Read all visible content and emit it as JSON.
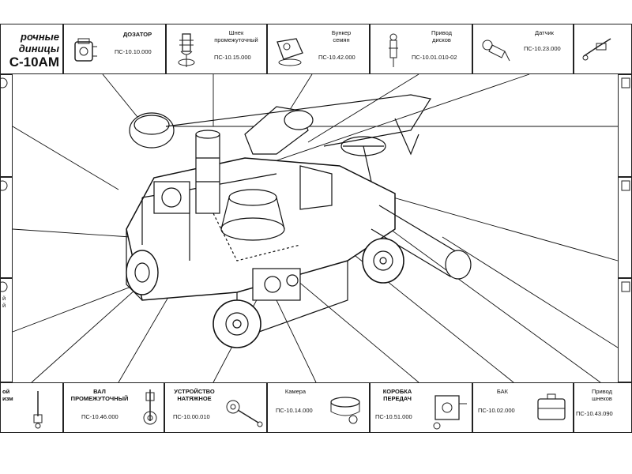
{
  "title": {
    "line1": "рочные",
    "line2": "диницы",
    "line3": "С-10АМ"
  },
  "top_parts": [
    {
      "name": "ДОЗАТОР",
      "code": "ПС-10.10.000",
      "icon": "dispenser-icon"
    },
    {
      "name": "Шнек\nпромежуточный",
      "code": "ПС-10.15.000",
      "icon": "auger-icon"
    },
    {
      "name": "Бункер\nсемян",
      "code": "ПС-10.42.000",
      "icon": "seed-hopper-icon"
    },
    {
      "name": "Привод\nдисков",
      "code": "ПС-10.01.010-02",
      "icon": "disc-drive-icon"
    },
    {
      "name": "Датчик",
      "code": "ПС-10.23.000",
      "icon": "sensor-icon"
    },
    {
      "name": "",
      "code": "",
      "icon": "nozzle-icon"
    }
  ],
  "bottom_parts": [
    {
      "name": "ой\nизм",
      "code": "",
      "icon": "mechanism-icon"
    },
    {
      "name": "ВАЛ\nПРОМЕЖУТОЧНЫЙ",
      "code": "ПС-10.46.000",
      "icon": "shaft-icon"
    },
    {
      "name": "УСТРОЙСТВО\nНАТЯЖНОЕ",
      "code": "ПС-10.00.010",
      "icon": "tensioner-icon"
    },
    {
      "name": "Камера",
      "code": "ПС-10.14.000",
      "icon": "chamber-icon"
    },
    {
      "name": "КОРОБКА\nПЕРЕДАЧ",
      "code": "ПС-10.51.000",
      "icon": "gearbox-icon"
    },
    {
      "name": "БАК",
      "code": "ПС-10.02.000",
      "icon": "tank-icon"
    },
    {
      "name": "Привод\nшнеков",
      "code": "ПС-10.43.090",
      "icon": "auger-drive-icon"
    }
  ],
  "left_side": [
    {
      "name": "",
      "code": "",
      "icon": "left-part-1-icon"
    },
    {
      "name": "",
      "code": "",
      "icon": "left-part-2-icon"
    },
    {
      "name": "й\nй",
      "code": "",
      "icon": "left-part-3-icon"
    }
  ],
  "right_side": [
    {
      "name": "",
      "code": "",
      "icon": "right-part-1-icon"
    },
    {
      "name": "",
      "code": "",
      "icon": "right-part-2-icon"
    },
    {
      "name": "",
      "code": "",
      "icon": "right-part-3-icon"
    }
  ]
}
